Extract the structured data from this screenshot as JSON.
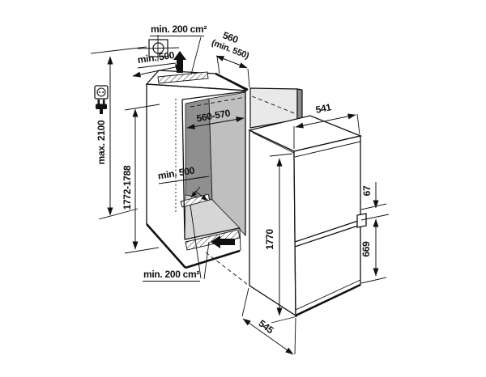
{
  "diagram": {
    "kind": "built-in refrigerator installation dimension drawing",
    "units": "mm",
    "dimensions": {
      "vent_top": "min. 200 cm²",
      "top_clearance": "min. 500",
      "cabinet_depth": "560",
      "cabinet_depth_min": "(min. 550)",
      "socket_height_max": "max. 2100",
      "niche_height": "1772-1788",
      "niche_depth": "560-570",
      "interior_clearance": "min. 500",
      "vent_bottom": "min. 200 cm²",
      "appliance_width": "541",
      "appliance_height": "1770",
      "door_trim_height": "67",
      "lower_door_height": "669",
      "appliance_depth": "545"
    },
    "icons": [
      "socket-icon",
      "plug-icon",
      "socket-position-icon",
      "airflow-arrow-up",
      "airflow-arrow-in"
    ],
    "colors": {
      "line": "#111111",
      "back_panel_gray": "#8f8f8f",
      "side_wall_gray": "#bfbfbf",
      "floor_gray": "#d6d6d6",
      "panel_gray": "#e9e9e9",
      "panel_edge_gray": "#8a8a8a",
      "background": "#ffffff"
    }
  }
}
